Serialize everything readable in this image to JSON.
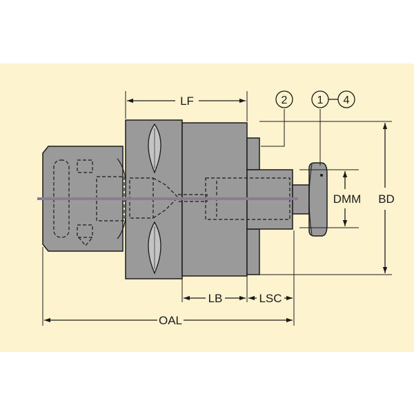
{
  "colors": {
    "background": "#fdf3cf",
    "body_fill": "#9a9a9a",
    "body_stroke": "#1a1a1a",
    "axis_line": "#8a7d93",
    "dimension_line": "#1a1a1a"
  },
  "dimensions": {
    "lf": "LF",
    "lb": "LB",
    "lsc": "LSC",
    "oal": "OAL",
    "dmm": "DMM",
    "bd": "BD"
  },
  "callouts": {
    "item_a": "2",
    "item_b": "1",
    "item_c": "4"
  }
}
